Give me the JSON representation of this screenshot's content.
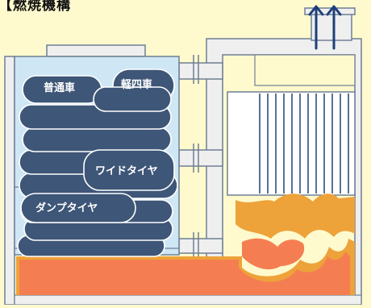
{
  "title": "【燃焼機構",
  "labels": {
    "ordinary_car": "普通車",
    "light_car": "軽四車",
    "wide_tire": "ワイドタイヤ",
    "dump_tire": "ダンプタイヤ"
  },
  "colors": {
    "background": "#FFFACD",
    "wall_fill": "#EFEFEF",
    "wall_stroke": "#6F7F95",
    "hopper_fill": "#CFE7F5",
    "tire_fill": "#3E5677",
    "tire_stroke": "#FFFFFF",
    "flame_outer": "#EEA23A",
    "flame_inner": "#F47E52",
    "arrow": "#1E3F7A"
  }
}
